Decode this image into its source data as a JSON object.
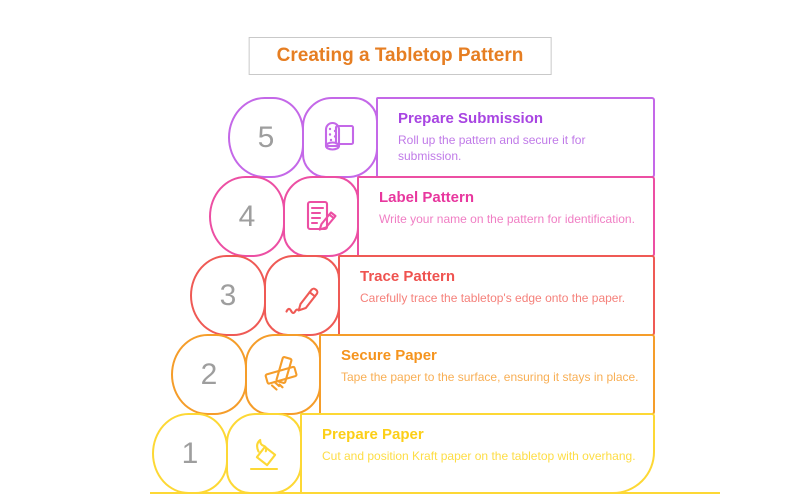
{
  "title": {
    "text": "Creating a Tabletop Pattern",
    "color": "#e67e22",
    "box_border_color": "#c9c9c9"
  },
  "number_color": "#9e9e9e",
  "baseline_color": "#fdd835",
  "steps": [
    {
      "number": "5",
      "title": "Prepare Submission",
      "description": "Roll up the pattern and secure it for submission.",
      "icon": "paper-roll-icon",
      "border_color": "#c468e8",
      "title_color": "#a845e2",
      "desc_color": "#c07ae8"
    },
    {
      "number": "4",
      "title": "Label Pattern",
      "description": "Write your name on the pattern for identification.",
      "icon": "document-pencil-icon",
      "border_color": "#ec4fa3",
      "title_color": "#e8379e",
      "desc_color": "#f07ec4"
    },
    {
      "number": "3",
      "title": "Trace Pattern",
      "description": "Carefully trace the tabletop's edge onto the paper.",
      "icon": "pencil-squiggle-icon",
      "border_color": "#ef5a55",
      "title_color": "#ef5350",
      "desc_color": "#f5817b"
    },
    {
      "number": "2",
      "title": "Secure Paper",
      "description": "Tape the paper to the surface, ensuring it stays in place.",
      "icon": "tape-icon",
      "border_color": "#f59d2a",
      "title_color": "#f5941e",
      "desc_color": "#f8af55"
    },
    {
      "number": "1",
      "title": "Prepare Paper",
      "description": "Cut and position Kraft paper on the tabletop with overhang.",
      "icon": "paper-insert-icon",
      "border_color": "#fdd835",
      "title_color": "#fccf18",
      "desc_color": "#fddd45"
    }
  ]
}
